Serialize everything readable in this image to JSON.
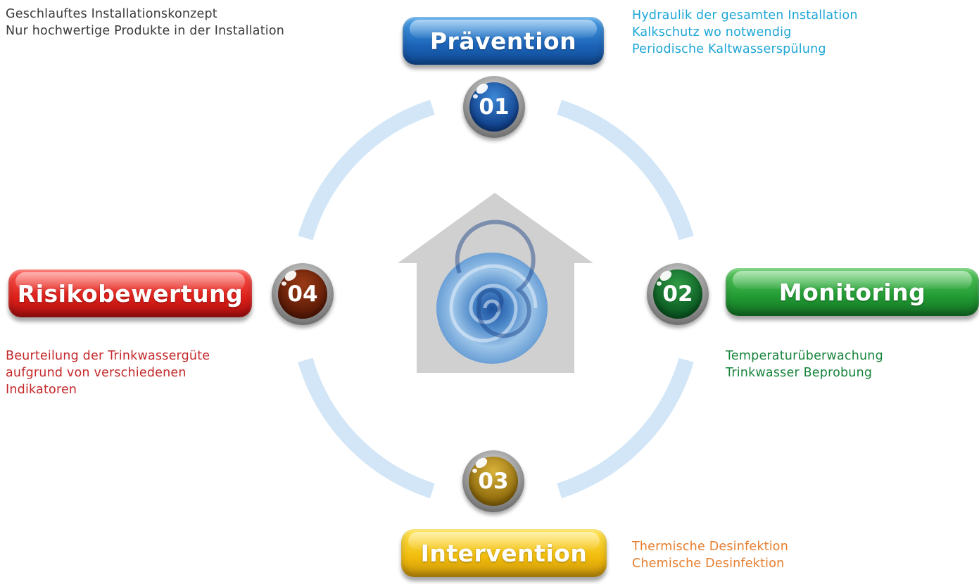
{
  "top_left": {
    "lines": [
      "Geschlauftes Installationskonzept",
      "Nur hochwertige Produkte in der Installation"
    ]
  },
  "stage_prevention": {
    "label": "Prävention",
    "number": "01",
    "lines": [
      "Hydraulik der gesamten Installation",
      "Kalkschutz wo notwendig",
      "Periodische Kaltwasserspülung"
    ],
    "color": "#1c63b7"
  },
  "stage_monitoring": {
    "label": "Monitoring",
    "number": "02",
    "lines": [
      "Temperaturüberwachung",
      "Trinkwasser Beprobung"
    ],
    "color": "#229a33"
  },
  "stage_intervention": {
    "label": "Intervention",
    "number": "03",
    "lines": [
      "Thermische Desinfektion",
      "Chemische Desinfektion"
    ],
    "color": "#f0bb0b"
  },
  "stage_risk": {
    "label": "Risikobewertung",
    "number": "04",
    "lines": [
      "Beurteilung der Trinkwassergüte",
      "aufgrund von verschiedenen",
      "Indikatoren"
    ],
    "color": "#dc1f1a"
  },
  "ring_color": "#d2e6f7",
  "house_color": "#d0d0d0",
  "icons": [
    "house-icon",
    "water-swirl-icon"
  ]
}
